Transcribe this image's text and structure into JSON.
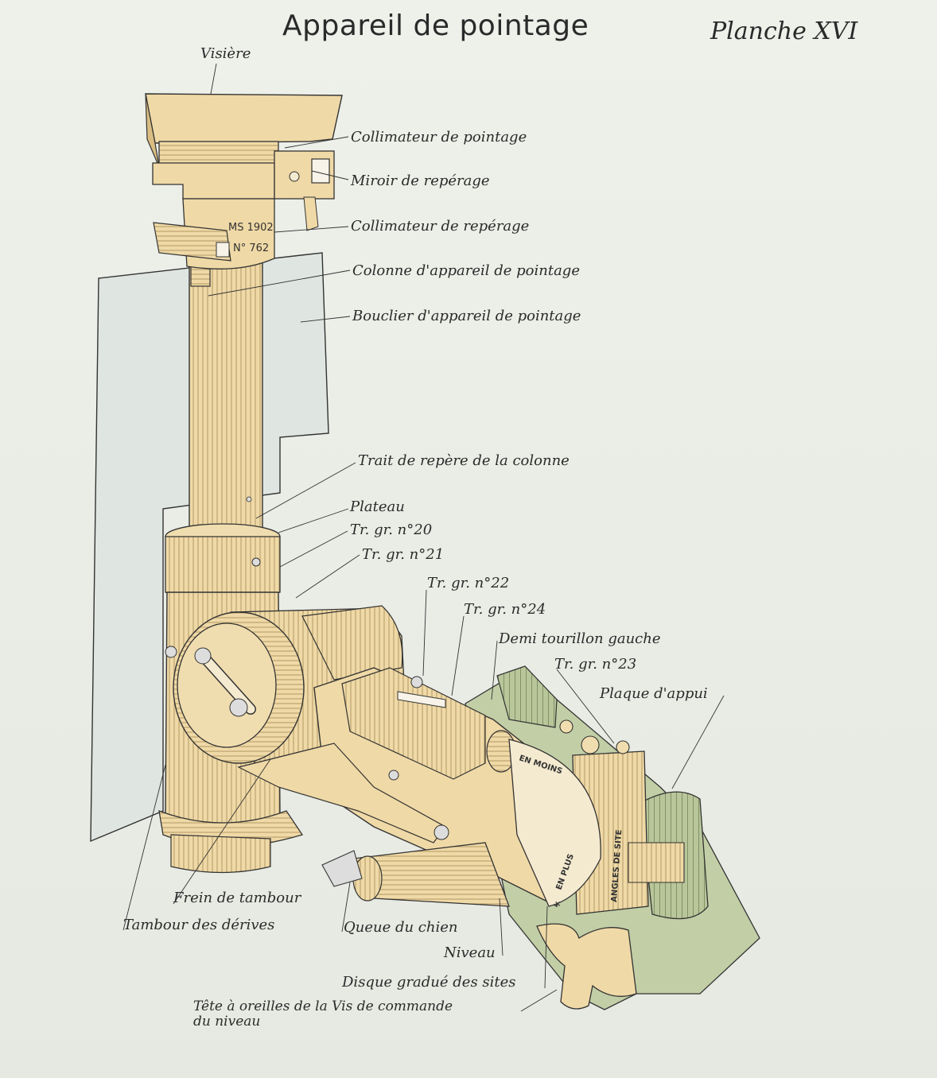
{
  "title": "Appareil de pointage",
  "plate_number": "Planche XVI",
  "stamp": {
    "line1": "MS 1902",
    "line2": "N° 762"
  },
  "engravings": {
    "en_plus": "EN PLUS",
    "en_moins": "EN MOINS",
    "angles_de_site": "ANGLES DE SITE",
    "marker": "×"
  },
  "labels": {
    "visiere": "Visière",
    "collimateur_pointage": "Collimateur de pointage",
    "miroir_reperage": "Miroir de repérage",
    "collimateur_reperage": "Collimateur de repérage",
    "colonne": "Colonne d'appareil de pointage",
    "bouclier": "Bouclier d'appareil de pointage",
    "trait_repere": "Trait de repère de la colonne",
    "plateau": "Plateau",
    "tr20": "Tr. gr. n°20",
    "tr21": "Tr. gr. n°21",
    "tr22": "Tr. gr. n°22",
    "tr24": "Tr. gr. n°24",
    "demi_tourillon": "Demi tourillon gauche",
    "tr23": "Tr. gr. n°23",
    "plaque_appui": "Plaque d'appui",
    "frein_tambour": "Frein de tambour",
    "tambour_derives": "Tambour des dérives",
    "queue_chien": "Queue du chien",
    "niveau": "Niveau",
    "disque_sites": "Disque gradué des sites",
    "tete_oreilles_1": "Tête à oreilles de la Vis de commande",
    "tete_oreilles_2": "du niveau"
  },
  "colors": {
    "paper": "#e9ece6",
    "brass": "#efd9a6",
    "brass_dark": "#d9bd82",
    "shield": "#dfe6e2",
    "green": "#b8c69a",
    "ink": "#2b2b2b"
  }
}
